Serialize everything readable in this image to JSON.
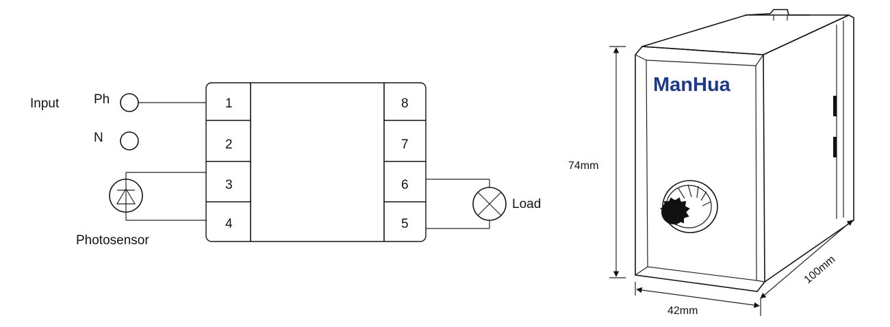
{
  "wiring": {
    "input_label": "Input",
    "ph_label": "Ph",
    "n_label": "N",
    "photosensor_label": "Photosensor",
    "load_label": "Load",
    "terminals_left": [
      "1",
      "2",
      "3",
      "4"
    ],
    "terminals_right": [
      "8",
      "7",
      "6",
      "5"
    ]
  },
  "device": {
    "brand": "ManHua",
    "height_dim": "74mm",
    "width_dim": "42mm",
    "depth_dim": "100mm",
    "brand_color": "#1f3a8a"
  }
}
